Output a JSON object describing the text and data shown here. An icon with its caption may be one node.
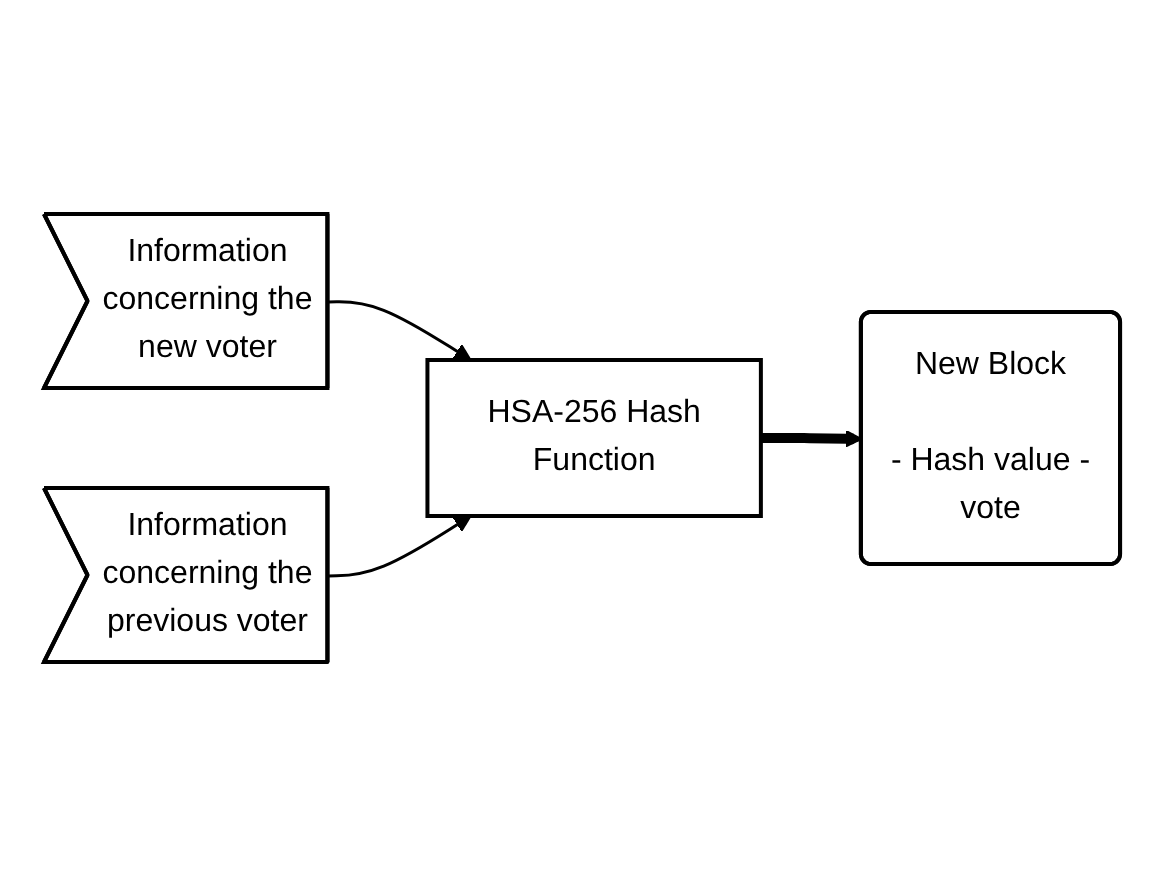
{
  "diagram": {
    "nodes": [
      {
        "text": [
          "Information concerning the new voter"
        ]
      },
      {
        "text": [
          "Information concerning the previous voter"
        ]
      },
      {
        "text": [
          "HSA-256 Hash Function"
        ]
      },
      {
        "text": [
          "New Block",
          "- Hash value - vote"
        ]
      }
    ],
    "edges": [
      {
        "from": 0,
        "to": 2,
        "arrow": "to"
      },
      {
        "from": 1,
        "to": 2,
        "arrow": "to"
      },
      {
        "from": 2,
        "to": 3,
        "arrow": "to",
        "style": "thick"
      }
    ]
  }
}
